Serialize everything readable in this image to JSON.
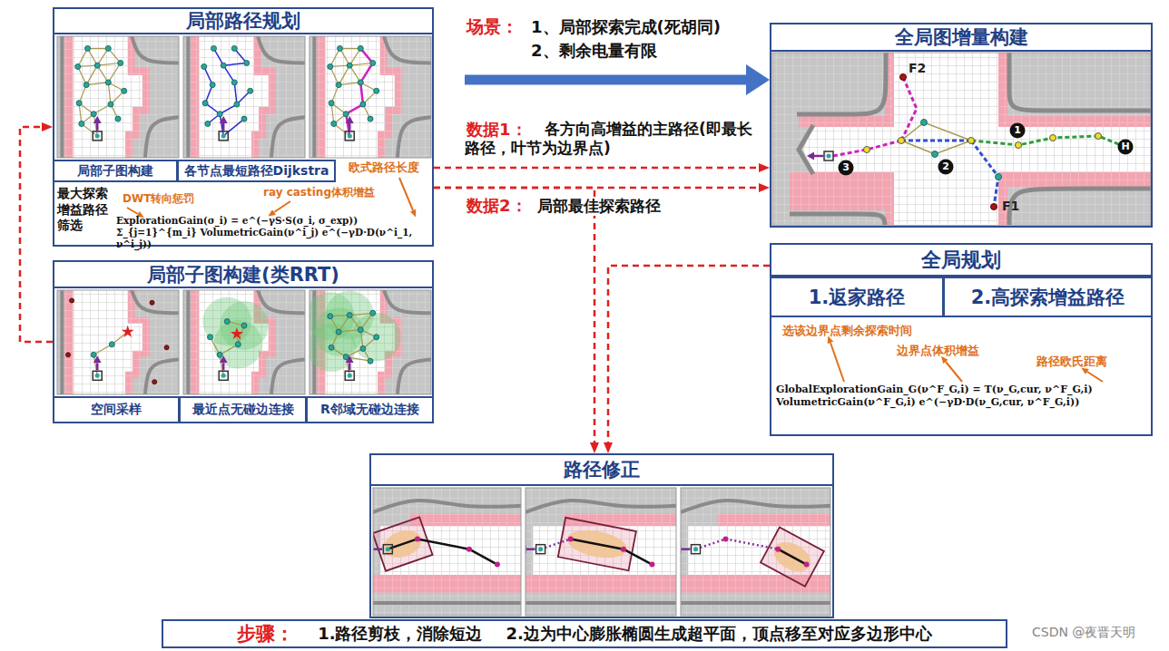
{
  "diagram": {
    "nodes": [
      {
        "text": [
          "局部路径规划"
        ]
      },
      {
        "text": [
          "局部子图构建"
        ],
        "in": 0
      },
      {
        "text": [
          "各节点最短路径Dijkstra"
        ],
        "in": 0
      },
      {
        "text": [
          "全局图增量构建"
        ]
      },
      {
        "text": [
          "局部子图构建(类RRT)"
        ]
      },
      {
        "text": [
          "空间采样"
        ],
        "in": 4
      },
      {
        "text": [
          "最近点无碰边连接"
        ],
        "in": 4
      },
      {
        "text": [
          "R邻域无碰边连接"
        ],
        "in": 4
      },
      {
        "text": [
          "全局规划"
        ]
      },
      {
        "text": [
          "1.返家路径"
        ],
        "in": 8
      },
      {
        "text": [
          "2.高探索增益路径"
        ],
        "in": 8
      },
      {
        "text": [
          "路径修正"
        ]
      },
      {
        "text": [
          "步骤：",
          "1.路径剪枝，消除短边",
          "2.边为中心膨胀椭圆生成超平面，顶点移至对应多边形中心"
        ]
      }
    ],
    "edges": [
      {
        "from": 4,
        "to": 0,
        "arrow": "to"
      },
      {
        "from": 0,
        "to": 3,
        "arrow": "to"
      },
      {
        "from": 0,
        "to": 3,
        "arrow": "to"
      },
      {
        "from": 0,
        "to": 3,
        "arrow": "to"
      },
      {
        "from": 0,
        "to": 11,
        "arrow": "to"
      },
      {
        "from": 8,
        "to": 11,
        "arrow": "to"
      }
    ],
    "labels": [
      "欧式路径长度",
      "最大探索增益路径筛选",
      "DWT转向惩罚",
      "ray casting体积增益",
      "ExplorationGain(σ_i) = e^(−γS·S(σ_i, σ_exp)) Σ_{j=1}^{m_i} VolumetricGain(ν^i_j) e^(−γD·D(ν^i_1, ν^i_j))",
      "场景：",
      "1、局部探索完成(死胡同)",
      "2、剩余电量有限",
      "数据1：",
      "各方向高增益的主路径(即最长路径，叶节为边界点)",
      "数据2：",
      "局部最佳探索路径",
      "F2",
      "F1",
      "1",
      "2",
      "3",
      "H",
      "选该边界点剩余探索时间",
      "边界点体积增益",
      "路径欧氏距离",
      "GlobalExplorationGain_G(ν^F_G,i) = T(ν_G,cur, ν^F_G,i) VolumetricGain(ν^F_G,i) e^(−γD·D(ν_G,cur, ν^F_G,i))",
      "CSDN @夜晋天明"
    ]
  }
}
